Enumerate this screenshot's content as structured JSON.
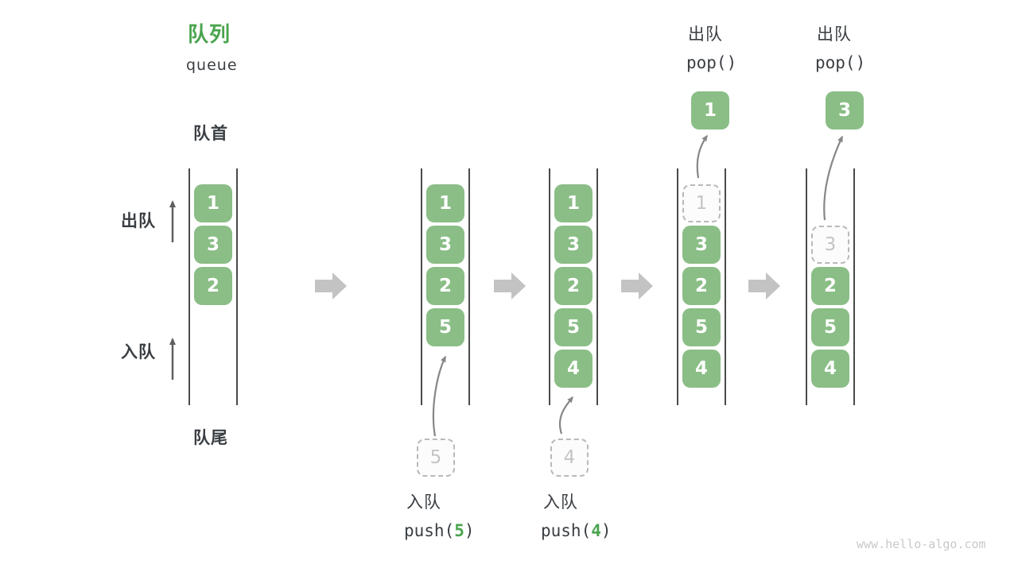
{
  "title": {
    "zh": "队列",
    "en": "queue"
  },
  "labels": {
    "front": "队首",
    "rear": "队尾",
    "dequeue_side": "出队",
    "enqueue_side": "入队"
  },
  "operations": {
    "enqueue1": {
      "name": "入队",
      "fn_prefix": "push(",
      "arg": "5",
      "fn_suffix": ")"
    },
    "enqueue2": {
      "name": "入队",
      "fn_prefix": "push(",
      "arg": "4",
      "fn_suffix": ")"
    },
    "dequeue1": {
      "name": "出队",
      "fn": "pop()"
    },
    "dequeue2": {
      "name": "出队",
      "fn": "pop()"
    }
  },
  "watermark": "www.hello-algo.com",
  "colors": {
    "accent_green": "#4aa44e",
    "box_green": "#8abe86",
    "box_text": "#ffffff",
    "dashed_border": "#b9b9b9",
    "dashed_text": "#c4c4c4",
    "column_line": "#4a4a4a",
    "text_dark": "#3a3e42",
    "step_arrow": "#c3c3c3",
    "flow_arrow": "#878787",
    "side_arrow": "#5f5f5f",
    "watermark": "#c9c9c9"
  },
  "queue_states": [
    {
      "slots": [
        {
          "slot": 1,
          "value": "1",
          "style": "filled"
        },
        {
          "slot": 2,
          "value": "3",
          "style": "filled"
        },
        {
          "slot": 3,
          "value": "2",
          "style": "filled"
        }
      ]
    },
    {
      "slots": [
        {
          "slot": 1,
          "value": "1",
          "style": "filled"
        },
        {
          "slot": 2,
          "value": "3",
          "style": "filled"
        },
        {
          "slot": 3,
          "value": "2",
          "style": "filled"
        },
        {
          "slot": 4,
          "value": "5",
          "style": "filled"
        }
      ],
      "staging": {
        "value": "5"
      }
    },
    {
      "slots": [
        {
          "slot": 1,
          "value": "1",
          "style": "filled"
        },
        {
          "slot": 2,
          "value": "3",
          "style": "filled"
        },
        {
          "slot": 3,
          "value": "2",
          "style": "filled"
        },
        {
          "slot": 4,
          "value": "5",
          "style": "filled"
        },
        {
          "slot": 5,
          "value": "4",
          "style": "filled"
        }
      ],
      "staging": {
        "value": "4"
      }
    },
    {
      "slots": [
        {
          "slot": 1,
          "value": "1",
          "style": "dashed"
        },
        {
          "slot": 2,
          "value": "3",
          "style": "filled"
        },
        {
          "slot": 3,
          "value": "2",
          "style": "filled"
        },
        {
          "slot": 4,
          "value": "5",
          "style": "filled"
        },
        {
          "slot": 5,
          "value": "4",
          "style": "filled"
        }
      ],
      "popped": {
        "value": "1"
      }
    },
    {
      "slots": [
        {
          "slot": 2,
          "value": "3",
          "style": "dashed"
        },
        {
          "slot": 3,
          "value": "2",
          "style": "filled"
        },
        {
          "slot": 4,
          "value": "5",
          "style": "filled"
        },
        {
          "slot": 5,
          "value": "4",
          "style": "filled"
        }
      ],
      "popped": {
        "value": "3"
      }
    }
  ]
}
